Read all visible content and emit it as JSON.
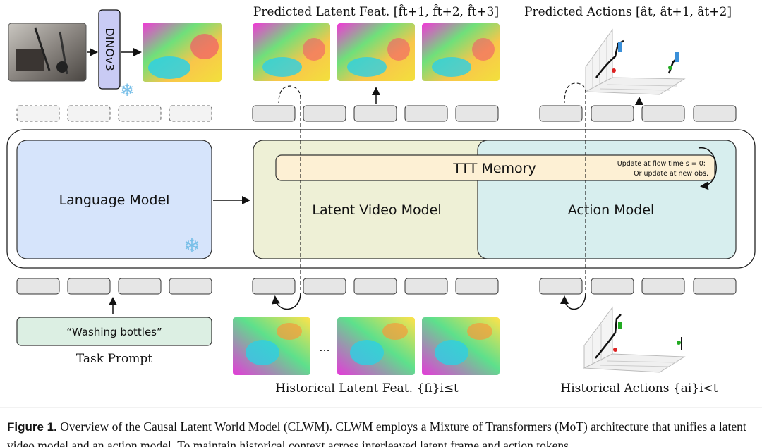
{
  "titles": {
    "predicted_feat": "Predicted Latent Feat. [f̂t+1, f̂t+2, f̂t+3]",
    "predicted_actions": "Predicted Actions [ât, ât+1, ât+2]",
    "historical_feat": "Historical Latent Feat. {fi}i≤t",
    "historical_actions": "Historical Actions {ai}i<t"
  },
  "encoder_label": "DINOv3",
  "modules": {
    "language_model": "Language Model",
    "latent_video_model": "Latent Video Model",
    "action_model": "Action Model",
    "ttt_memory": "TTT Memory",
    "update_line1": "Update at flow time s = 0;",
    "update_line2": "Or update at new obs."
  },
  "task": {
    "prompt": "“Washing bottles”",
    "label": "Task Prompt"
  },
  "ellipsis": "...",
  "icons": [
    "snowflake-icon",
    "robot-camera-photo",
    "feature-map",
    "3d-trajectory-plot"
  ],
  "colors": {
    "language_model_fill": "#d6e4fb",
    "video_model_fill": "#eef0d6",
    "action_model_fill": "#d7eeee",
    "ttt_fill": "#fdf0d4",
    "prompt_fill": "#dcefe3",
    "token_fill": "#e6e6e6"
  },
  "caption": {
    "fig_label": "Figure 1.",
    "text": " Overview of the Causal Latent World Model (CLWM). CLWM employs a Mixture of Transformers (MoT) architecture that unifies a latent video model and an action model. To maintain historical context across interleaved latent frame and action tokens"
  }
}
